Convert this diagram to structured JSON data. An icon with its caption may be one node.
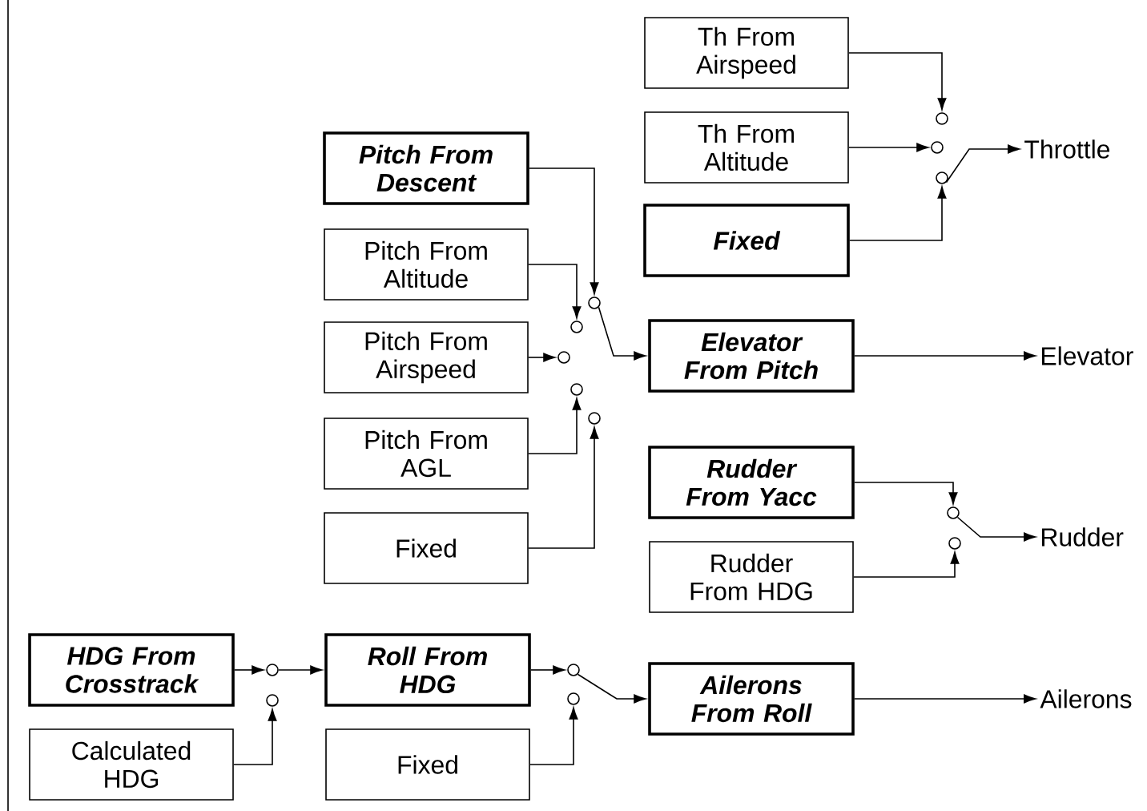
{
  "diagram": {
    "nodes": [
      {
        "text": [
          "Th From Airspeed"
        ]
      },
      {
        "text": [
          "Th From Altitude"
        ]
      },
      {
        "text": [
          "Fixed"
        ]
      },
      {
        "text": [
          "Pitch From Descent"
        ]
      },
      {
        "text": [
          "Pitch From Altitude"
        ]
      },
      {
        "text": [
          "Elevator From Pitch"
        ]
      },
      {
        "text": [
          "Pitch From Airspeed"
        ]
      },
      {
        "text": [
          "Pitch From AGL"
        ]
      },
      {
        "text": [
          "Rudder From Yacc"
        ]
      },
      {
        "text": [
          "Fixed"
        ]
      },
      {
        "text": [
          "Rudder From HDG"
        ]
      },
      {
        "text": [
          "HDG From Crosstrack"
        ]
      },
      {
        "text": [
          "Roll From HDG"
        ]
      },
      {
        "text": [
          "Ailerons From Roll"
        ]
      },
      {
        "text": [
          "Calculated HDG"
        ]
      },
      {
        "text": [
          "Fixed"
        ]
      },
      {
        "text": [
          "Throttle"
        ]
      },
      {
        "text": [
          "Elevator"
        ]
      },
      {
        "text": [
          "Rudder"
        ]
      },
      {
        "text": [
          "Ailerons"
        ]
      },
      {
        "text": [],
        "shape": "circle"
      },
      {
        "text": [],
        "shape": "circle"
      },
      {
        "text": [],
        "shape": "circle"
      },
      {
        "text": [],
        "shape": "circle"
      },
      {
        "text": [],
        "shape": "circle"
      },
      {
        "text": [],
        "shape": "circle"
      },
      {
        "text": [],
        "shape": "circle"
      },
      {
        "text": [],
        "shape": "circle"
      },
      {
        "text": [],
        "shape": "circle"
      },
      {
        "text": [],
        "shape": "circle"
      },
      {
        "text": [],
        "shape": "circle"
      },
      {
        "text": [],
        "shape": "circle"
      },
      {
        "text": [],
        "shape": "circle"
      },
      {
        "text": [],
        "shape": "circle"
      }
    ],
    "edges": [
      {
        "from": 0,
        "to": 20,
        "arrow": "to"
      },
      {
        "from": 1,
        "to": 21,
        "arrow": "to"
      },
      {
        "from": 2,
        "to": 22,
        "arrow": "to"
      },
      {
        "from": 22,
        "to": 16,
        "arrow": "to"
      },
      {
        "from": 3,
        "to": 23,
        "arrow": "to"
      },
      {
        "from": 4,
        "to": 24,
        "arrow": "to"
      },
      {
        "from": 6,
        "to": 25,
        "arrow": "to"
      },
      {
        "from": 7,
        "to": 26,
        "arrow": "to"
      },
      {
        "from": 9,
        "to": 27,
        "arrow": "to"
      },
      {
        "from": 23,
        "to": 5,
        "arrow": "to"
      },
      {
        "from": 5,
        "to": 17,
        "arrow": "to"
      },
      {
        "from": 8,
        "to": 28,
        "arrow": "to"
      },
      {
        "from": 10,
        "to": 29,
        "arrow": "to"
      },
      {
        "from": 28,
        "to": 18,
        "arrow": "to"
      },
      {
        "from": 11,
        "to": 30,
        "arrow": "to"
      },
      {
        "from": 14,
        "to": 32,
        "arrow": "to"
      },
      {
        "from": 30,
        "to": 12,
        "arrow": "to"
      },
      {
        "from": 12,
        "to": 31,
        "arrow": "to"
      },
      {
        "from": 15,
        "to": 33,
        "arrow": "to"
      },
      {
        "from": 31,
        "to": 13,
        "arrow": "to"
      },
      {
        "from": 13,
        "to": 19,
        "arrow": "to"
      }
    ]
  }
}
